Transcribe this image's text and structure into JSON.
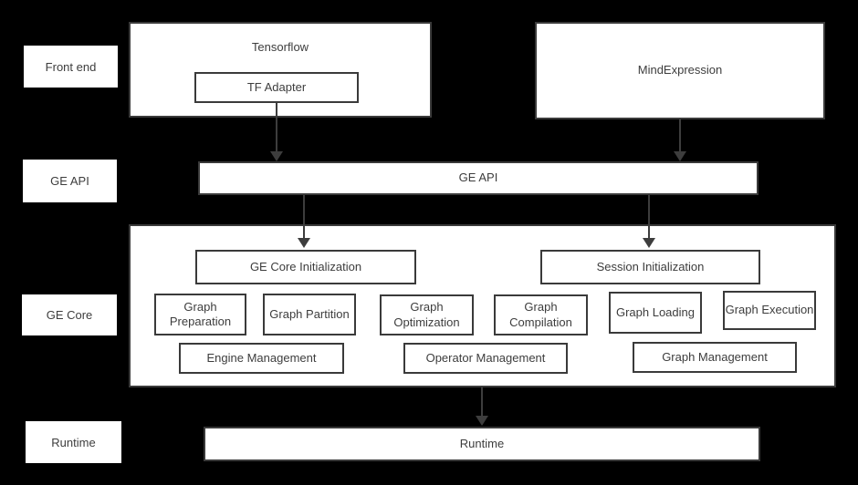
{
  "diagram": {
    "side_labels": {
      "front_end": "Front end",
      "ge_api": "GE API",
      "ge_core": "GE Core",
      "runtime": "Runtime"
    },
    "front_end_row": {
      "tensorflow": "Tensorflow",
      "tf_adapter": "TF Adapter",
      "mind_expression": "MindExpression"
    },
    "ge_api_bar": "GE API",
    "ge_core": {
      "ge_core_initialization": "GE Core Initialization",
      "session_initialization": "Session Initialization",
      "graph_preparation": "Graph Preparation",
      "graph_partition": "Graph Partition",
      "graph_optimization": "Graph Optimization",
      "graph_compilation": "Graph Compilation",
      "graph_loading": "Graph Loading",
      "graph_execution": "Graph Execution",
      "engine_management": "Engine Management",
      "operator_management": "Operator Management",
      "graph_management": "Graph Management"
    },
    "runtime_bar": "Runtime",
    "colors": {
      "background": "#000000",
      "box_fill": "#ffffff",
      "box_border": "#3a3a3a",
      "text": "#3d3d3d",
      "arrow": "#3d3d3d"
    }
  }
}
